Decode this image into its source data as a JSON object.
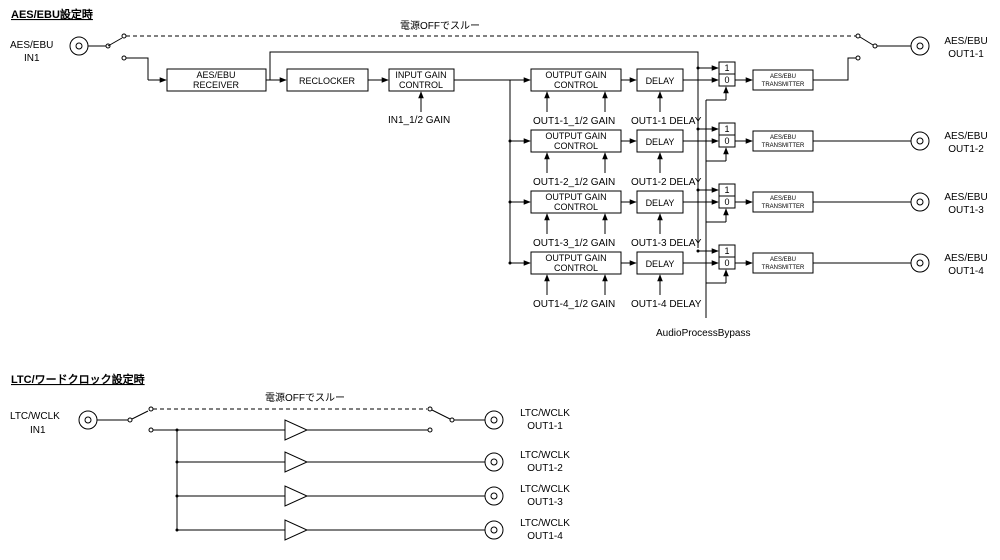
{
  "aes": {
    "title": "AES/EBU設定時",
    "bypass_note": "電源OFFでスルー",
    "input": [
      "AES/EBU",
      "IN1"
    ],
    "receiver": [
      "AES/EBU",
      "RECEIVER"
    ],
    "reclocker": "RECLOCKER",
    "input_gain": [
      "INPUT GAIN",
      "CONTROL"
    ],
    "input_gain_param": "IN1_1/2 GAIN",
    "output_gain": [
      "OUTPUT GAIN",
      "CONTROL"
    ],
    "delay": "DELAY",
    "selector": [
      "1",
      "0"
    ],
    "transmitter": [
      "AES/EBU",
      "TRANSMITTER"
    ],
    "bypass_control": "AudioProcessBypass",
    "channels": [
      {
        "gain_param": "OUT1-1_1/2 GAIN",
        "delay_param": "OUT1-1 DELAY",
        "output": [
          "AES/EBU",
          "OUT1-1"
        ]
      },
      {
        "gain_param": "OUT1-2_1/2 GAIN",
        "delay_param": "OUT1-2 DELAY",
        "output": [
          "AES/EBU",
          "OUT1-2"
        ]
      },
      {
        "gain_param": "OUT1-3_1/2 GAIN",
        "delay_param": "OUT1-3 DELAY",
        "output": [
          "AES/EBU",
          "OUT1-3"
        ]
      },
      {
        "gain_param": "OUT1-4_1/2 GAIN",
        "delay_param": "OUT1-4 DELAY",
        "output": [
          "AES/EBU",
          "OUT1-4"
        ]
      }
    ]
  },
  "ltc": {
    "title": "LTC/ワードクロック設定時",
    "bypass_note": "電源OFFでスルー",
    "input": [
      "LTC/WCLK",
      "IN1"
    ],
    "outputs": [
      [
        "LTC/WCLK",
        "OUT1-1"
      ],
      [
        "LTC/WCLK",
        "OUT1-2"
      ],
      [
        "LTC/WCLK",
        "OUT1-3"
      ],
      [
        "LTC/WCLK",
        "OUT1-4"
      ]
    ]
  }
}
